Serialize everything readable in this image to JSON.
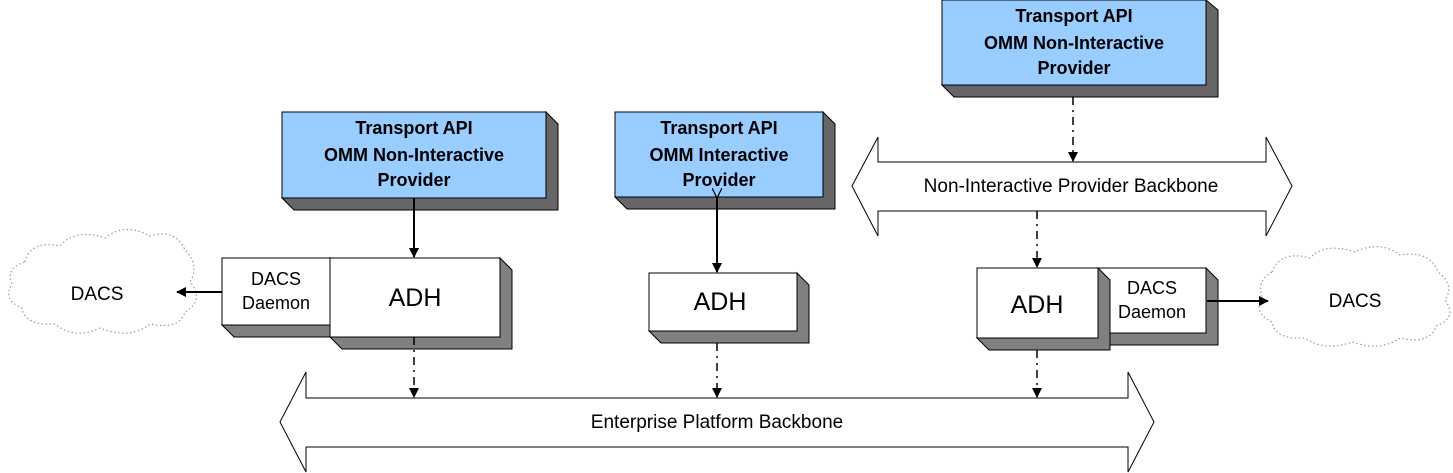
{
  "colors": {
    "provider_fill": "#99ccff",
    "provider_side": "#666666",
    "box_fill": "#ffffff",
    "box_side": "#808080",
    "line": "#000000",
    "cloud_outline": "#9a9a9a"
  },
  "providers": {
    "left": {
      "line1": "Transport API",
      "line2": "OMM Non-Interactive",
      "line3": "Provider"
    },
    "middle": {
      "line1": "Transport API",
      "line2": "OMM Interactive",
      "line3": "Provider"
    },
    "right": {
      "line1": "Transport API",
      "line2": "OMM Non-Interactive",
      "line3": "Provider"
    }
  },
  "adh": {
    "left": "ADH",
    "middle": "ADH",
    "right": "ADH"
  },
  "dacs_daemon": {
    "left": {
      "line1": "DACS",
      "line2": "Daemon"
    },
    "right": {
      "line1": "DACS",
      "line2": "Daemon"
    }
  },
  "dacs_cloud": {
    "left": "DACS",
    "right": "DACS"
  },
  "backbones": {
    "non_interactive": "Non-Interactive Provider Backbone",
    "enterprise": "Enterprise Platform Backbone"
  },
  "icons": {
    "arrow_solid": "arrow-solid-icon",
    "arrow_dashdot": "arrow-dashdot-icon",
    "cloud": "cloud-icon"
  }
}
